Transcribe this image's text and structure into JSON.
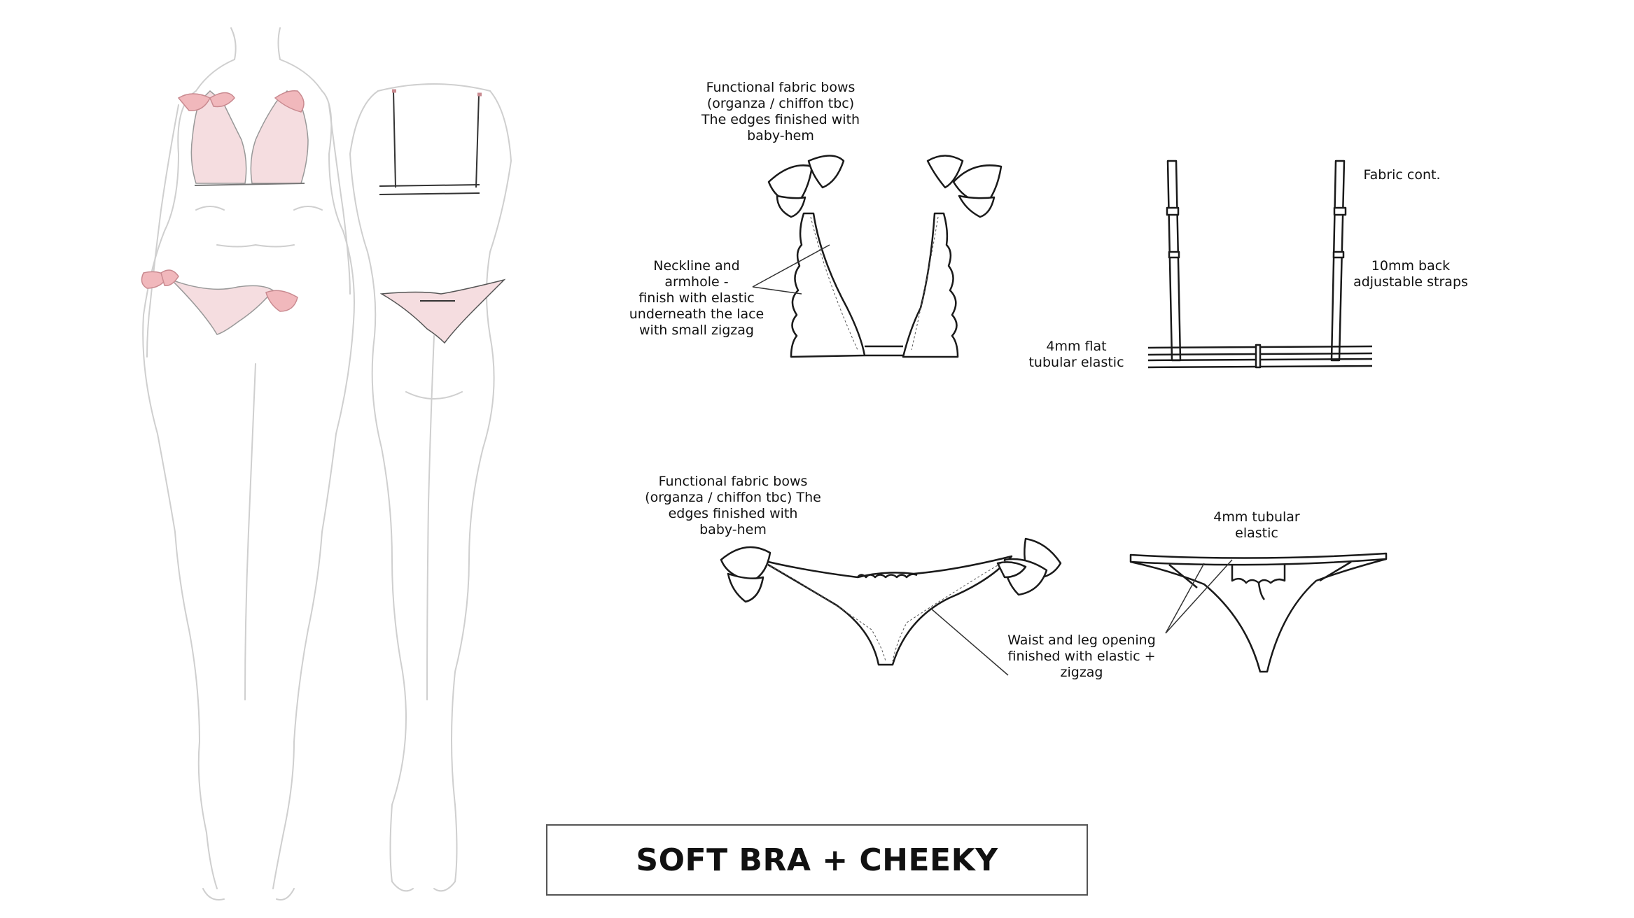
{
  "title": "SOFT BRA + CHEEKY",
  "colors": {
    "accent_pink": "#f1b8bc",
    "line_dark": "#1a1a1a",
    "figure_line": "#cfcfcf"
  },
  "annotations": {
    "bra_bows": "Functional fabric bows\n(organza / chiffon tbc)\nThe edges finished with\nbaby-hem",
    "neckline": "Neckline and\narmhole -\nfinish with elastic\nunderneath the lace\nwith small zigzag",
    "flat_elastic": "4mm flat\ntubular elastic",
    "fabric_cont": "Fabric cont.",
    "back_straps": "10mm back\nadjustable straps",
    "brief_bows": "Functional fabric bows\n(organza / chiffon tbc) The\nedges finished with\nbaby-hem",
    "tubular_elastic": "4mm tubular\nelastic",
    "waist_leg": "Waist and leg opening\nfinished with elastic +\nzigzag"
  }
}
